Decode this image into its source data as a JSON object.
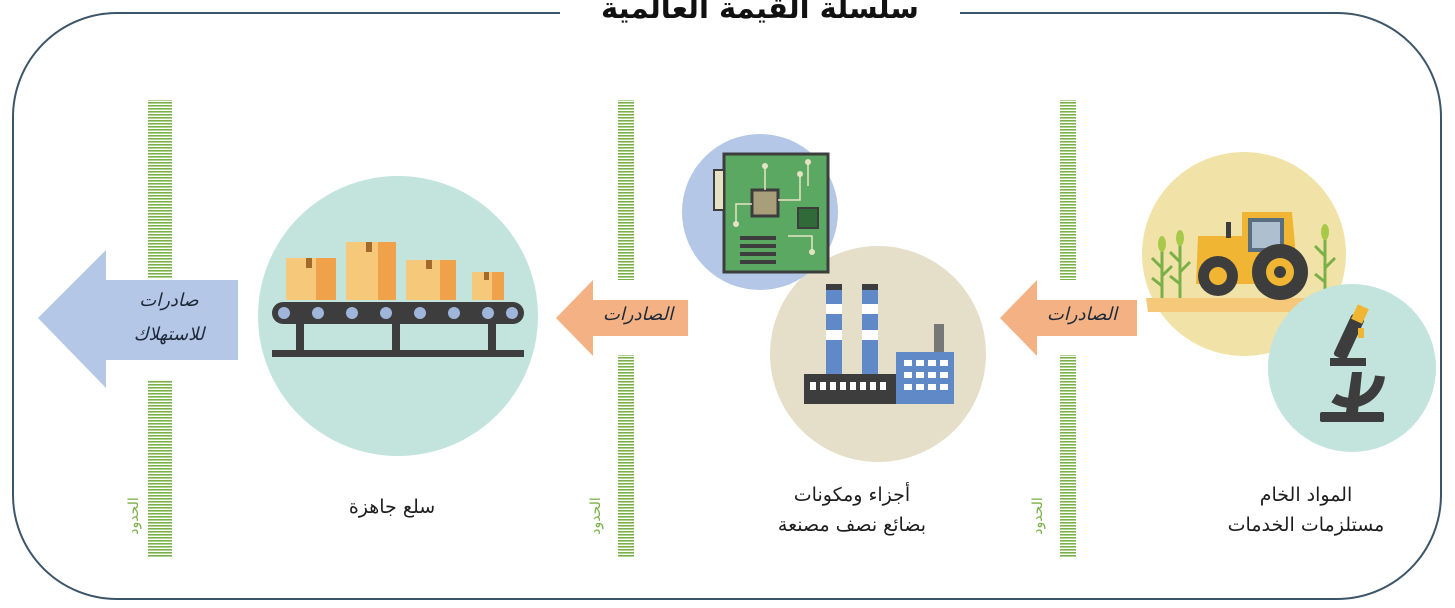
{
  "title": "سلسلة القيمة العالمية",
  "stages": [
    {
      "line1": "المواد الخام",
      "line2": "مستلزمات الخدمات",
      "icons": [
        "tractor-icon",
        "microscope-icon"
      ]
    },
    {
      "line1": "أجزاء ومكونات",
      "line2": "بضائع نصف مصنعة",
      "icons": [
        "circuit-board-icon",
        "factory-icon"
      ]
    },
    {
      "line1": "سلع جاهزة",
      "line2": "",
      "icons": [
        "conveyor-belt-icon"
      ]
    }
  ],
  "arrows": [
    {
      "label": "الصادرات"
    },
    {
      "label": "الصادرات"
    },
    {
      "line1": "صادرات",
      "line2": "للاستهلاك"
    }
  ],
  "border_label": "الحدود",
  "colors": {
    "frame": "#3d5568",
    "border_line": "#7ab048",
    "export_arrow": "#f4b183",
    "consumption_arrow": "#b4c7e7",
    "circle_yellow": "#f1e3a8",
    "circle_mint": "#c3e4dc",
    "circle_blue": "#b4c7e7",
    "circle_beige": "#e5dfc9"
  }
}
